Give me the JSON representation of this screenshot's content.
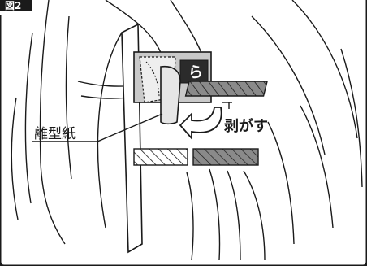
{
  "figure": {
    "corner_label": "図2",
    "peel_label": "離型紙",
    "action_label": "剥がす",
    "sticker_glyph": "ら"
  },
  "colors": {
    "line": "#1a1a1a",
    "panel_gray": "#c9c9c9",
    "hatch_bar": "#7d7d7d",
    "dark_label": "#2b2b2b",
    "background": "#ffffff"
  }
}
